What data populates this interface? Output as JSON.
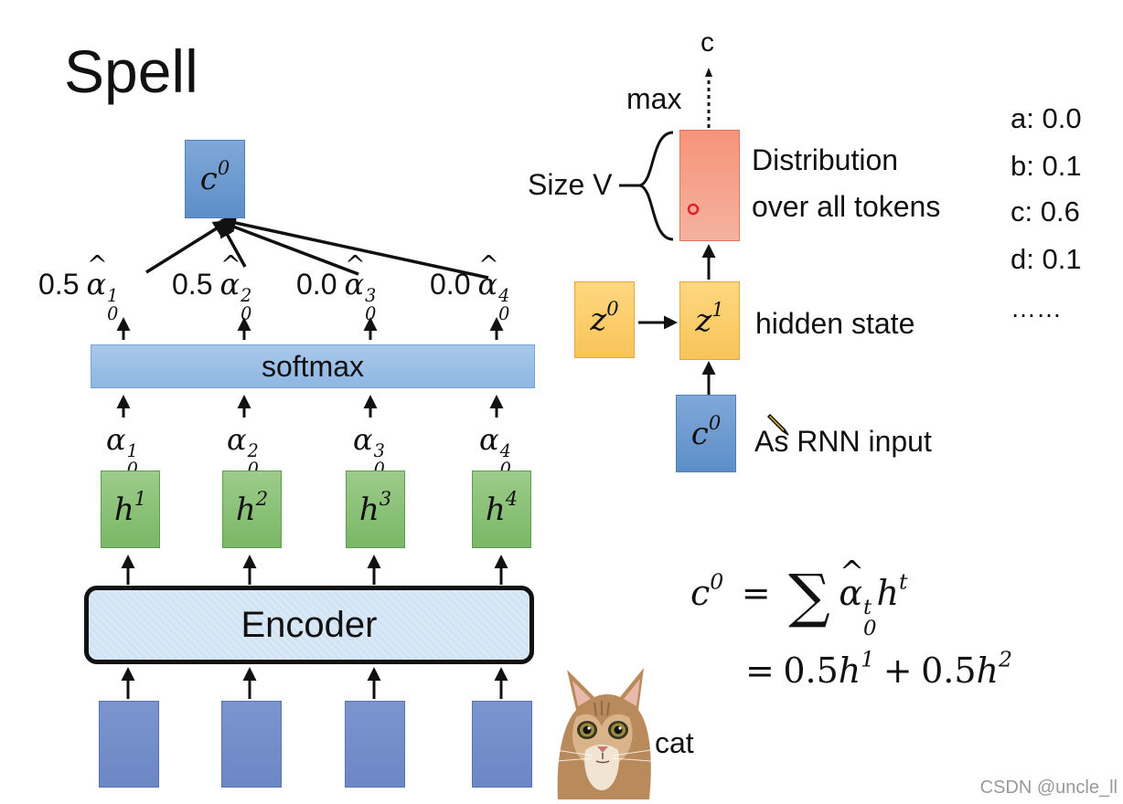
{
  "title": "Spell",
  "context_vector": {
    "base": "c",
    "sup": "0"
  },
  "attention_weights": [
    {
      "value": "0.5",
      "base": "α",
      "sup": "1",
      "sub": "0"
    },
    {
      "value": "0.5",
      "base": "α",
      "sup": "2",
      "sub": "0"
    },
    {
      "value": "0.0",
      "base": "α",
      "sup": "3",
      "sub": "0"
    },
    {
      "value": "0.0",
      "base": "α",
      "sup": "4",
      "sub": "0"
    }
  ],
  "softmax_label": "softmax",
  "raw_attention": [
    {
      "base": "α",
      "sup": "1",
      "sub": "0"
    },
    {
      "base": "α",
      "sup": "2",
      "sub": "0"
    },
    {
      "base": "α",
      "sup": "3",
      "sub": "0"
    },
    {
      "base": "α",
      "sup": "4",
      "sub": "0"
    }
  ],
  "hidden_vectors": [
    {
      "base": "h",
      "sup": "1"
    },
    {
      "base": "h",
      "sup": "2"
    },
    {
      "base": "h",
      "sup": "3"
    },
    {
      "base": "h",
      "sup": "4"
    }
  ],
  "encoder_label": "Encoder",
  "input_label": "cat",
  "decoder": {
    "output_token": "c",
    "max_label": "max",
    "size_label": "Size V",
    "distribution_label_line1": "Distribution",
    "distribution_label_line2": "over all tokens",
    "z0": {
      "base": "z",
      "sup": "0"
    },
    "z1": {
      "base": "z",
      "sup": "1"
    },
    "hidden_state_label": "hidden state",
    "c0": {
      "base": "c",
      "sup": "0"
    },
    "rnn_input_label": "As RNN input"
  },
  "token_probs": [
    "a: 0.0",
    "b: 0.1",
    "c: 0.6",
    "d: 0.1",
    "……"
  ],
  "equation": {
    "lhs_base": "c",
    "lhs_sup": "0",
    "equals": "=",
    "sum_symbol": "∑",
    "term_alpha": "α",
    "term_sup": "t",
    "term_sub": "0",
    "term_h": "h",
    "term_h_sup": "t",
    "line2_equals": "=",
    "line2_coef1": "0.5",
    "line2_h1": "h",
    "line2_h1_sup": "1",
    "line2_plus": "+",
    "line2_coef2": "0.5",
    "line2_h2": "h",
    "line2_h2_sup": "2"
  },
  "watermark": "CSDN @uncle_ll",
  "colors": {
    "blue_box": "#6f9bd0",
    "green_box": "#8bc277",
    "orange_box": "#fbcd6b",
    "red_box": "#f59b83",
    "softmax_bar": "#9cbfe6",
    "encoder_fill": "#d7e7f5",
    "cursor_dot": "#e0202a"
  }
}
